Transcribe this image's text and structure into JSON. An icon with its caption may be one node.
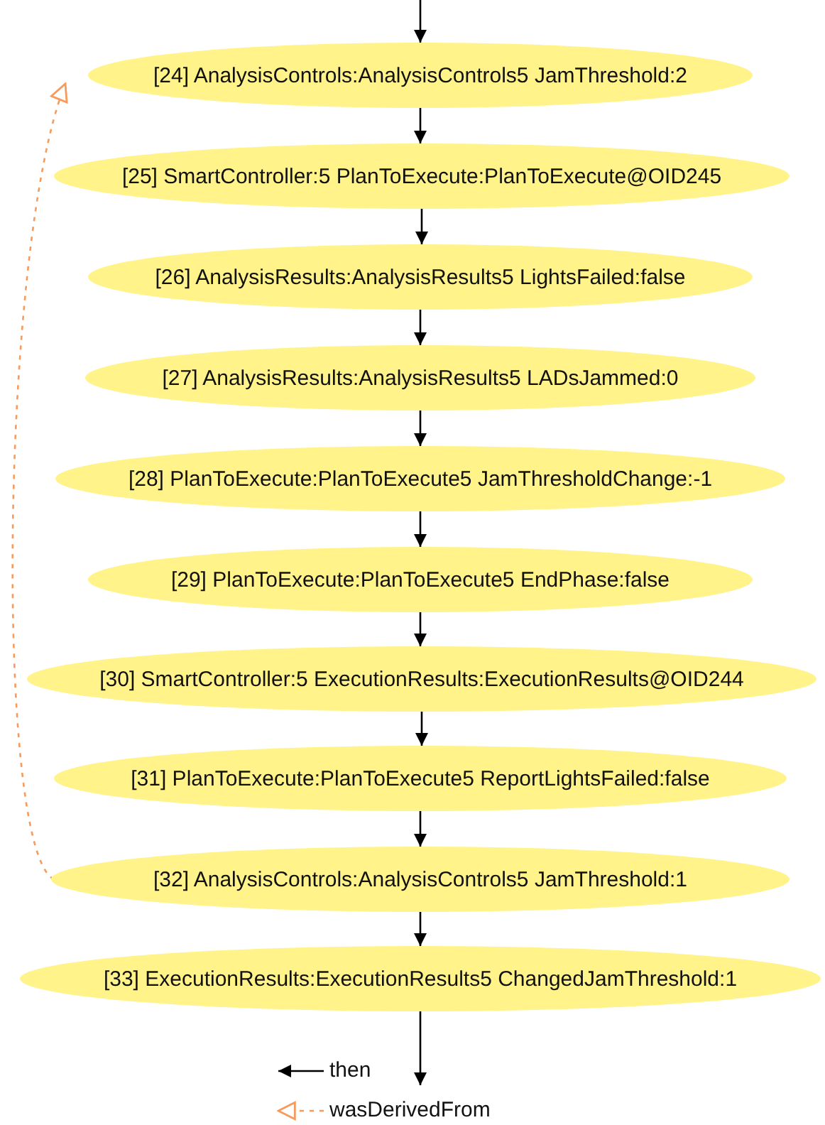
{
  "diagram": {
    "nodes": [
      {
        "text": [
          "[24] AnalysisControls:AnalysisControls5 JamThreshold:2"
        ]
      },
      {
        "text": [
          "[25] SmartController:5 PlanToExecute:PlanToExecute@OID245"
        ]
      },
      {
        "text": [
          "[26] AnalysisResults:AnalysisResults5 LightsFailed:false"
        ]
      },
      {
        "text": [
          "[27] AnalysisResults:AnalysisResults5 LADsJammed:0"
        ]
      },
      {
        "text": [
          "[28] PlanToExecute:PlanToExecute5 JamThresholdChange:-1"
        ]
      },
      {
        "text": [
          "[29] PlanToExecute:PlanToExecute5 EndPhase:false"
        ]
      },
      {
        "text": [
          "[30] SmartController:5 ExecutionResults:ExecutionResults@OID244"
        ]
      },
      {
        "text": [
          "[31] PlanToExecute:PlanToExecute5 ReportLightsFailed:false"
        ]
      },
      {
        "text": [
          "[32] AnalysisControls:AnalysisControls5 JamThreshold:1"
        ]
      },
      {
        "text": [
          "[33] ExecutionResults:ExecutionResults5 ChangedJamThreshold:1"
        ]
      }
    ],
    "edges": [
      {
        "from": null,
        "to": 0,
        "arrow": "to"
      },
      {
        "from": 0,
        "to": 1,
        "arrow": "to"
      },
      {
        "from": 1,
        "to": 2,
        "arrow": "to"
      },
      {
        "from": 2,
        "to": 3,
        "arrow": "to"
      },
      {
        "from": 3,
        "to": 4,
        "arrow": "to"
      },
      {
        "from": 4,
        "to": 5,
        "arrow": "to"
      },
      {
        "from": 5,
        "to": 6,
        "arrow": "to"
      },
      {
        "from": 6,
        "to": 7,
        "arrow": "to"
      },
      {
        "from": 7,
        "to": 8,
        "arrow": "to"
      },
      {
        "from": 8,
        "to": 9,
        "arrow": "to"
      },
      {
        "from": 9,
        "to": null,
        "arrow": "to"
      },
      {
        "from": 8,
        "to": 0,
        "arrow": "to",
        "style": "dashed",
        "color": "#f79a5b"
      }
    ],
    "legend": [
      {
        "text": "then"
      },
      {
        "text": "wasDerivedFrom"
      }
    ]
  }
}
